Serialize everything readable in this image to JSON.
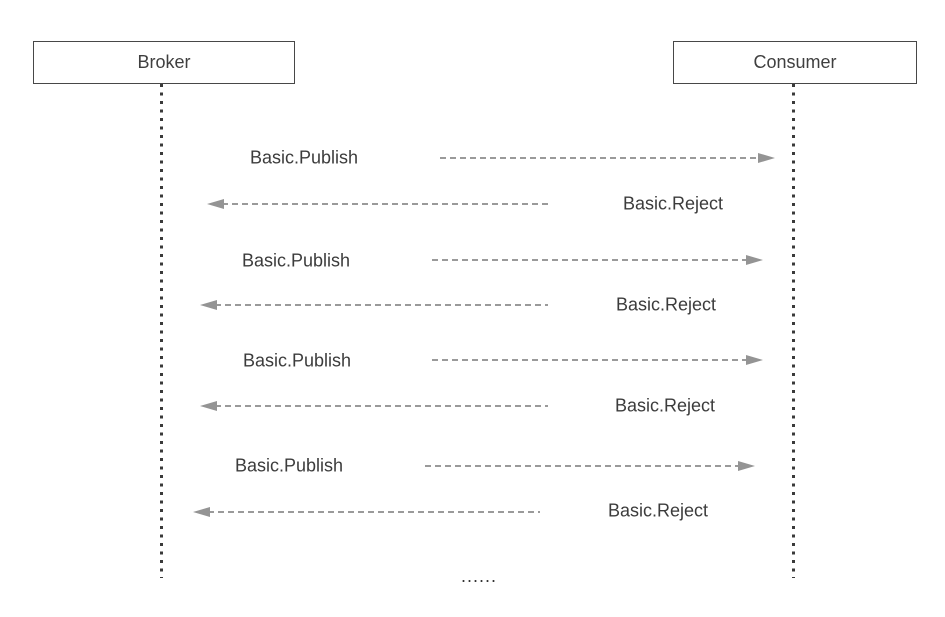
{
  "diagram": {
    "type": "sequence-diagram",
    "participants": [
      {
        "id": "broker",
        "label": "Broker"
      },
      {
        "id": "consumer",
        "label": "Consumer"
      }
    ],
    "messages": [
      {
        "label": "Basic.Publish",
        "from": "broker",
        "to": "consumer",
        "direction": "right"
      },
      {
        "label": "Basic.Reject",
        "from": "consumer",
        "to": "broker",
        "direction": "left"
      },
      {
        "label": "Basic.Publish",
        "from": "broker",
        "to": "consumer",
        "direction": "right"
      },
      {
        "label": "Basic.Reject",
        "from": "consumer",
        "to": "broker",
        "direction": "left"
      },
      {
        "label": "Basic.Publish",
        "from": "broker",
        "to": "consumer",
        "direction": "right"
      },
      {
        "label": "Basic.Reject",
        "from": "consumer",
        "to": "broker",
        "direction": "left"
      },
      {
        "label": "Basic.Publish",
        "from": "broker",
        "to": "consumer",
        "direction": "right"
      },
      {
        "label": "Basic.Reject",
        "from": "consumer",
        "to": "broker",
        "direction": "left"
      }
    ],
    "continuation_text": "......",
    "colors": {
      "background": "#ffffff",
      "box_border": "#474747",
      "text": "#3c3c3c",
      "lifeline": "#3a3a3a",
      "arrow": "#9a9a9a"
    }
  }
}
